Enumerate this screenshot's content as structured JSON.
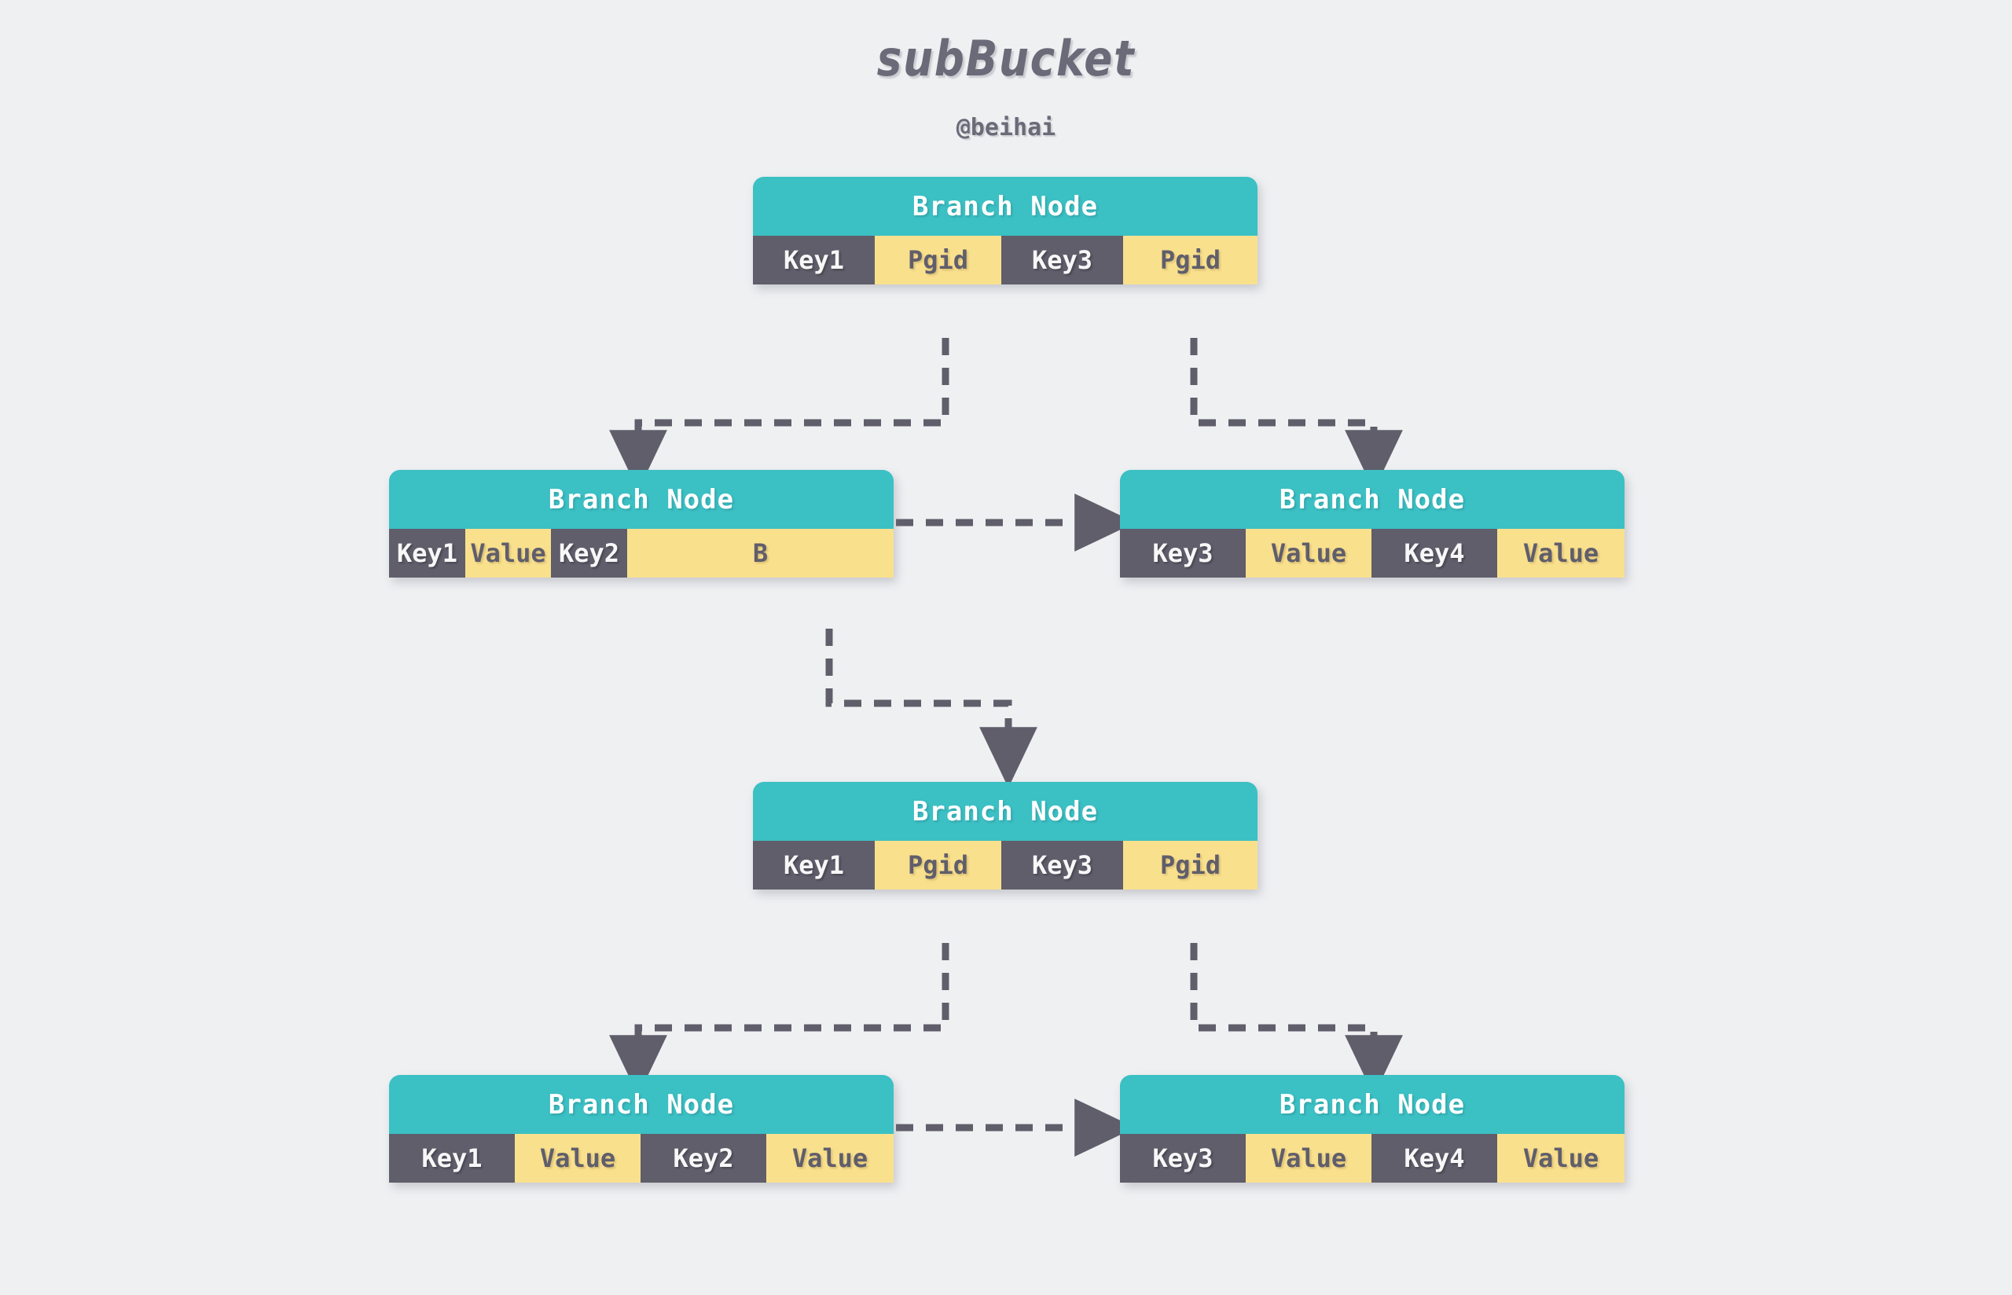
{
  "page": {
    "title": "subBucket",
    "subtitle": "@beihai",
    "background_color": "#eff0f2",
    "title_color": "#6b6a78"
  },
  "palette": {
    "header_teal": "#3bc0c4",
    "key_dark": "#605e6b",
    "value_yellow": "#f9e08d",
    "connector_gray": "#605e6b",
    "header_text": "#ffffff"
  },
  "diagram": {
    "type": "b+tree-node-diagram",
    "node_label": "Branch Node",
    "nodes": [
      {
        "id": "root",
        "level": 1,
        "header": "Branch Node",
        "cells": [
          {
            "text": "Key1",
            "kind": "key"
          },
          {
            "text": "Pgid",
            "kind": "value"
          },
          {
            "text": "Key3",
            "kind": "key"
          },
          {
            "text": "Pgid",
            "kind": "value"
          }
        ]
      },
      {
        "id": "l2-left",
        "level": 2,
        "header": "Branch Node",
        "cells": [
          {
            "text": "Key1",
            "kind": "key"
          },
          {
            "text": "Value",
            "kind": "value"
          },
          {
            "text": "Key2",
            "kind": "key"
          },
          {
            "text": "B",
            "kind": "value"
          }
        ]
      },
      {
        "id": "l2-right",
        "level": 2,
        "header": "Branch Node",
        "cells": [
          {
            "text": "Key3",
            "kind": "key"
          },
          {
            "text": "Value",
            "kind": "value"
          },
          {
            "text": "Key4",
            "kind": "key"
          },
          {
            "text": "Value",
            "kind": "value"
          }
        ]
      },
      {
        "id": "l3-mid",
        "level": 3,
        "header": "Branch Node",
        "cells": [
          {
            "text": "Key1",
            "kind": "key"
          },
          {
            "text": "Pgid",
            "kind": "value"
          },
          {
            "text": "Key3",
            "kind": "key"
          },
          {
            "text": "Pgid",
            "kind": "value"
          }
        ]
      },
      {
        "id": "l4-left",
        "level": 4,
        "header": "Branch Node",
        "cells": [
          {
            "text": "Key1",
            "kind": "key"
          },
          {
            "text": "Value",
            "kind": "value"
          },
          {
            "text": "Key2",
            "kind": "key"
          },
          {
            "text": "Value",
            "kind": "value"
          }
        ]
      },
      {
        "id": "l4-right",
        "level": 4,
        "header": "Branch Node",
        "cells": [
          {
            "text": "Key3",
            "kind": "key"
          },
          {
            "text": "Value",
            "kind": "value"
          },
          {
            "text": "Key4",
            "kind": "key"
          },
          {
            "text": "Value",
            "kind": "value"
          }
        ]
      }
    ],
    "edges": [
      {
        "id": "root-to-l2left",
        "from": "root.cell1",
        "to": "l2-left",
        "style": "dashed-elbow-down"
      },
      {
        "id": "root-to-l2right",
        "from": "root.cell3",
        "to": "l2-right",
        "style": "dashed-elbow-down"
      },
      {
        "id": "l2left-to-l2right",
        "from": "l2-left",
        "to": "l2-right",
        "style": "dashed-horizontal"
      },
      {
        "id": "l2left-B-to-l3",
        "from": "l2-left.cell3",
        "to": "l3-mid",
        "style": "dashed-elbow-down"
      },
      {
        "id": "l3-to-l4left",
        "from": "l3-mid.cell1",
        "to": "l4-left",
        "style": "dashed-elbow-down"
      },
      {
        "id": "l3-to-l4right",
        "from": "l3-mid.cell3",
        "to": "l4-right",
        "style": "dashed-elbow-down"
      },
      {
        "id": "l4left-to-l4right",
        "from": "l4-left",
        "to": "l4-right",
        "style": "dashed-horizontal"
      }
    ]
  }
}
